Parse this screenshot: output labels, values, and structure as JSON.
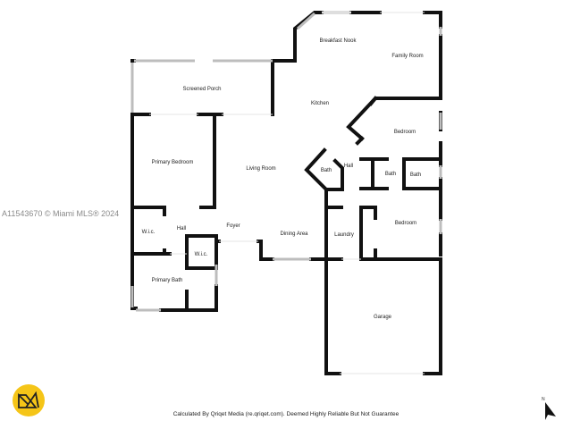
{
  "watermark": "A11543670 © Miami MLS® 2024",
  "footer": {
    "disclaimer": "Calculated By Qriqet Media (re.qriqet.com). Deemed Highly Reliable But Not Guarantee"
  },
  "logo": {
    "name": "qriqet-media-logo",
    "color": "#F5C518"
  },
  "north_arrow": {
    "label": "N"
  },
  "rooms": {
    "breakfast_nook": "Breakfast Nook",
    "family_room": "Family Room",
    "screened_porch": "Screened Porch",
    "kitchen": "Kitchen",
    "bedroom_2": "Bedroom",
    "primary_bedroom": "Primary Bedroom",
    "living_room": "Living Room",
    "bath_angled": "Bath",
    "hall_right": "Hall",
    "bath_2": "Bath",
    "bath_3": "Bath",
    "wic_left": "W.i.c.",
    "hall_left": "Hall",
    "foyer": "Foyer",
    "dining_area": "Dining Area",
    "laundry": "Laundry",
    "bedroom_3": "Bedroom",
    "wic_center": "W.i.c.",
    "primary_bath": "Primary Bath",
    "garage": "Garage"
  },
  "colors": {
    "wall": "#111111",
    "window": "#BDBDBD",
    "background": "#FFFFFF",
    "logo": "#F5C518"
  }
}
